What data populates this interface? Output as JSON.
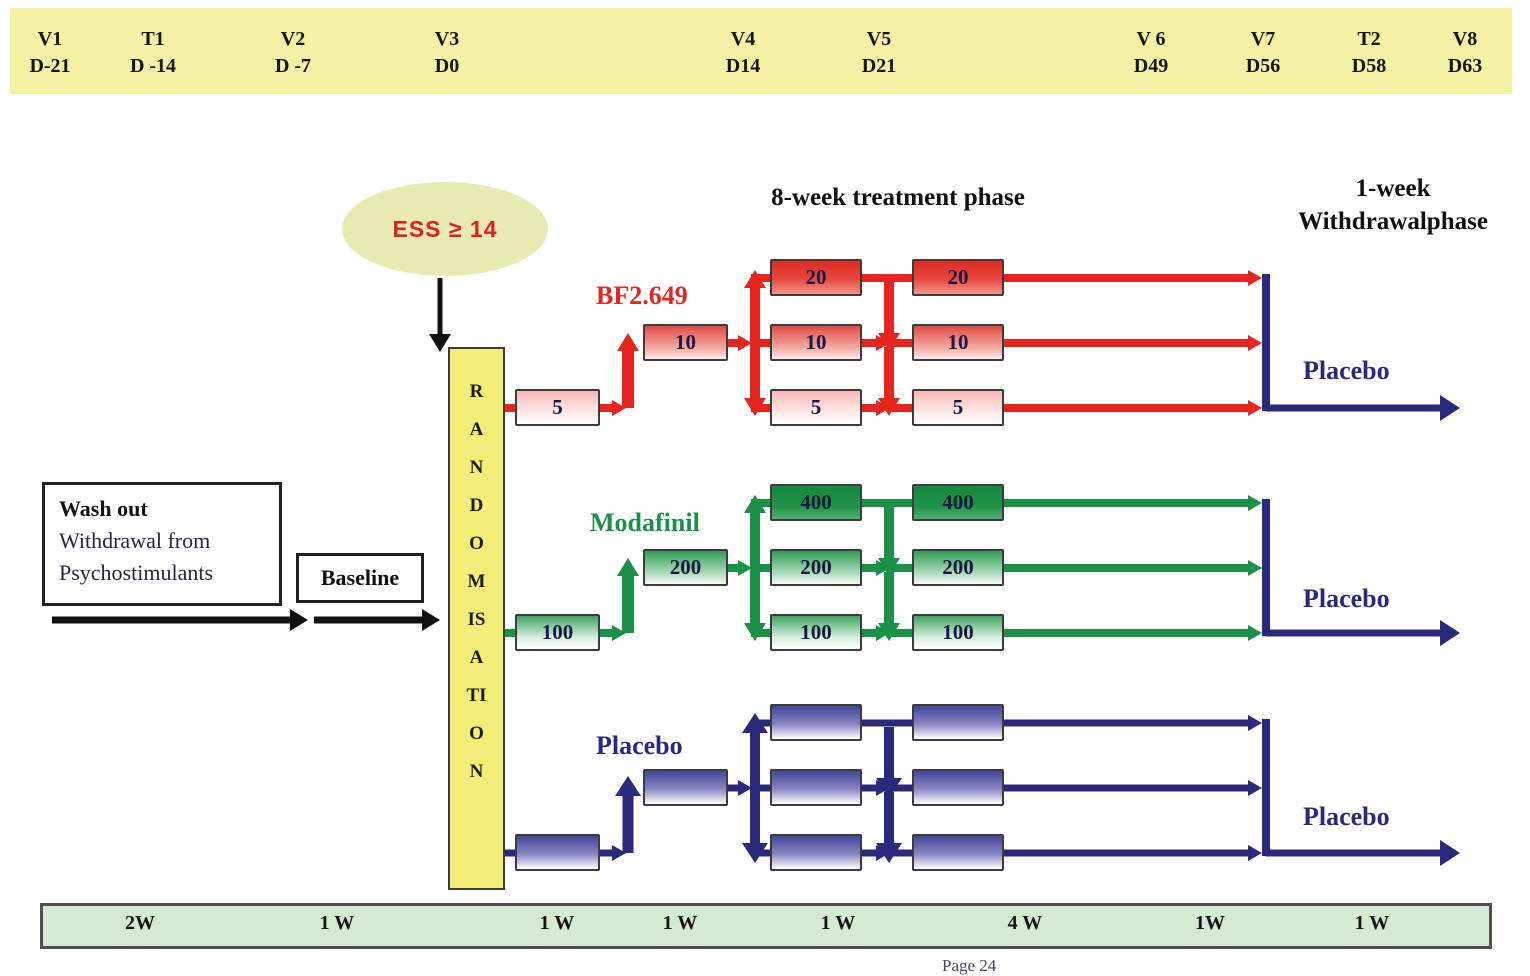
{
  "colors": {
    "red_arm": "#E8241E",
    "green_arm": "#1B9147",
    "navy_arm": "#2A2A7C",
    "visit_bar_yellow": "#F4F0A4",
    "randomisation_yellow": "#F1ED76",
    "ess_ellipse_fill": "#E7EBB2",
    "timeline_green": "#D5EAD2"
  },
  "top_bar": {
    "visits": [
      {
        "code": "V1",
        "day": "D-21"
      },
      {
        "code": "T1",
        "day": "D -14"
      },
      {
        "code": "V2",
        "day": "D -7"
      },
      {
        "code": "V3",
        "day": "D0"
      },
      {
        "code": "V4",
        "day": "D14"
      },
      {
        "code": "V5",
        "day": "D21"
      },
      {
        "code": "V 6",
        "day": "D49"
      },
      {
        "code": "V7",
        "day": "D56"
      },
      {
        "code": "T2",
        "day": "D58"
      },
      {
        "code": "V8",
        "day": "D63"
      }
    ]
  },
  "screening": {
    "ess_label": "ESS ≥ 14",
    "randomisation_label": "RANDOMISATION",
    "washout_line1": "Wash out",
    "washout_line2": "Withdrawal  from",
    "washout_line3": "Psychostimulants",
    "baseline_label": "Baseline"
  },
  "phases": {
    "treatment": "8-week treatment phase",
    "withdrawal_line1": "1-week",
    "withdrawal_line2": "Withdrawalphase"
  },
  "arms": {
    "bf2649": {
      "name": "BF2.649",
      "start_dose": "5",
      "uptitration_dose": "10",
      "period1_doses": [
        "20",
        "10",
        "5"
      ],
      "period2_doses": [
        "20",
        "10",
        "5"
      ],
      "withdrawal_label": "Placebo"
    },
    "modafinil": {
      "name": "Modafinil",
      "start_dose": "100",
      "uptitration_dose": "200",
      "period1_doses": [
        "400",
        "200",
        "100"
      ],
      "period2_doses": [
        "400",
        "200",
        "100"
      ],
      "withdrawal_label": "Placebo"
    },
    "placebo": {
      "name": "Placebo",
      "start_dose": "",
      "uptitration_dose": "",
      "period1_doses": [
        "",
        "",
        ""
      ],
      "period2_doses": [
        "",
        "",
        ""
      ],
      "withdrawal_label": "Placebo"
    }
  },
  "timeline": {
    "segments": [
      "2W",
      "1 W",
      "1 W",
      "1 W",
      "1 W",
      "4 W",
      "1W",
      "1 W"
    ]
  },
  "page_note": "Page 24"
}
